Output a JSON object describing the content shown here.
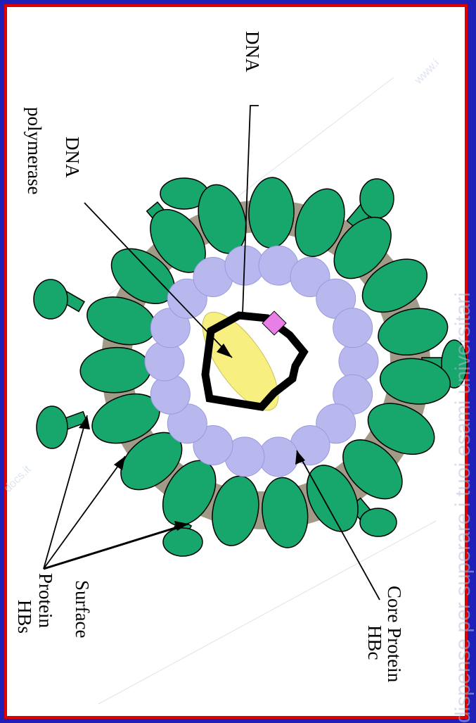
{
  "diagram": {
    "labels": {
      "dna_top": "DNA",
      "dna_polymerase_line1": "DNA",
      "dna_polymerase_line2": "polymerase",
      "core_protein_line1": "Core Protein",
      "core_protein_line2": "HBc",
      "surface_protein_line1": "Surface",
      "surface_protein_line2": "Protein",
      "surface_protein_line3": "HBs"
    },
    "colors": {
      "background": "#2020b8",
      "frame_border": "#e00000",
      "surface_protein": "#17a66b",
      "envelope": "#a09a86",
      "core_protein": "#b9b8ee",
      "polymerase": "#f7f081",
      "marker": "#e97ee6"
    }
  },
  "watermark": {
    "side_text": "dispense per superare i tuoi esami universitari",
    "small_top": "www.i",
    "small_left": "docs.it"
  }
}
